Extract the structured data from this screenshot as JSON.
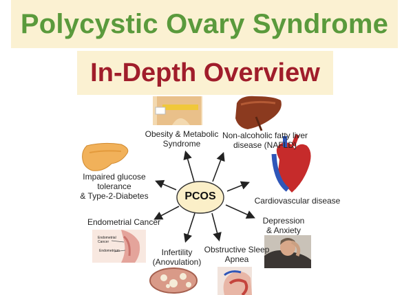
{
  "title": "Polycystic Ovary Syndrome",
  "subtitle": "In-Depth Overview",
  "hub": "PCOS",
  "conditions": [
    {
      "id": "obesity",
      "label": "Obesity & Metabolic\nSyndrome",
      "icon": "waist-measure-icon"
    },
    {
      "id": "nafld",
      "label": "Non-alcoholic fatty liver\ndisease (NAFLD)",
      "icon": "liver-icon"
    },
    {
      "id": "glucose",
      "label": "Impaired glucose tolerance\n& Type-2-Diabetes",
      "icon": "pancreas-icon"
    },
    {
      "id": "cardio",
      "label": "Cardiovascular disease",
      "icon": "heart-icon"
    },
    {
      "id": "endometrial",
      "label": "Endometrial Cancer",
      "icon": "uterus-icon"
    },
    {
      "id": "depression",
      "label": "Depression\n& Anxiety",
      "icon": "distressed-person-icon"
    },
    {
      "id": "infertility",
      "label": "Infertility\n(Anovulation)",
      "icon": "ovary-icon"
    },
    {
      "id": "apnea",
      "label": "Obstructive Sleep\nApnea",
      "icon": "sleep-apnea-icon"
    }
  ],
  "uterus_annotations": {
    "top": "Endometrial\nCancer",
    "bottom": "Endometrium"
  },
  "colors": {
    "title_green": "#5a9a3c",
    "subtitle_red": "#a01d2b",
    "banner_bg": "#fbf1d2",
    "hub_fill": "#fbefc8",
    "hub_stroke": "#333333"
  }
}
